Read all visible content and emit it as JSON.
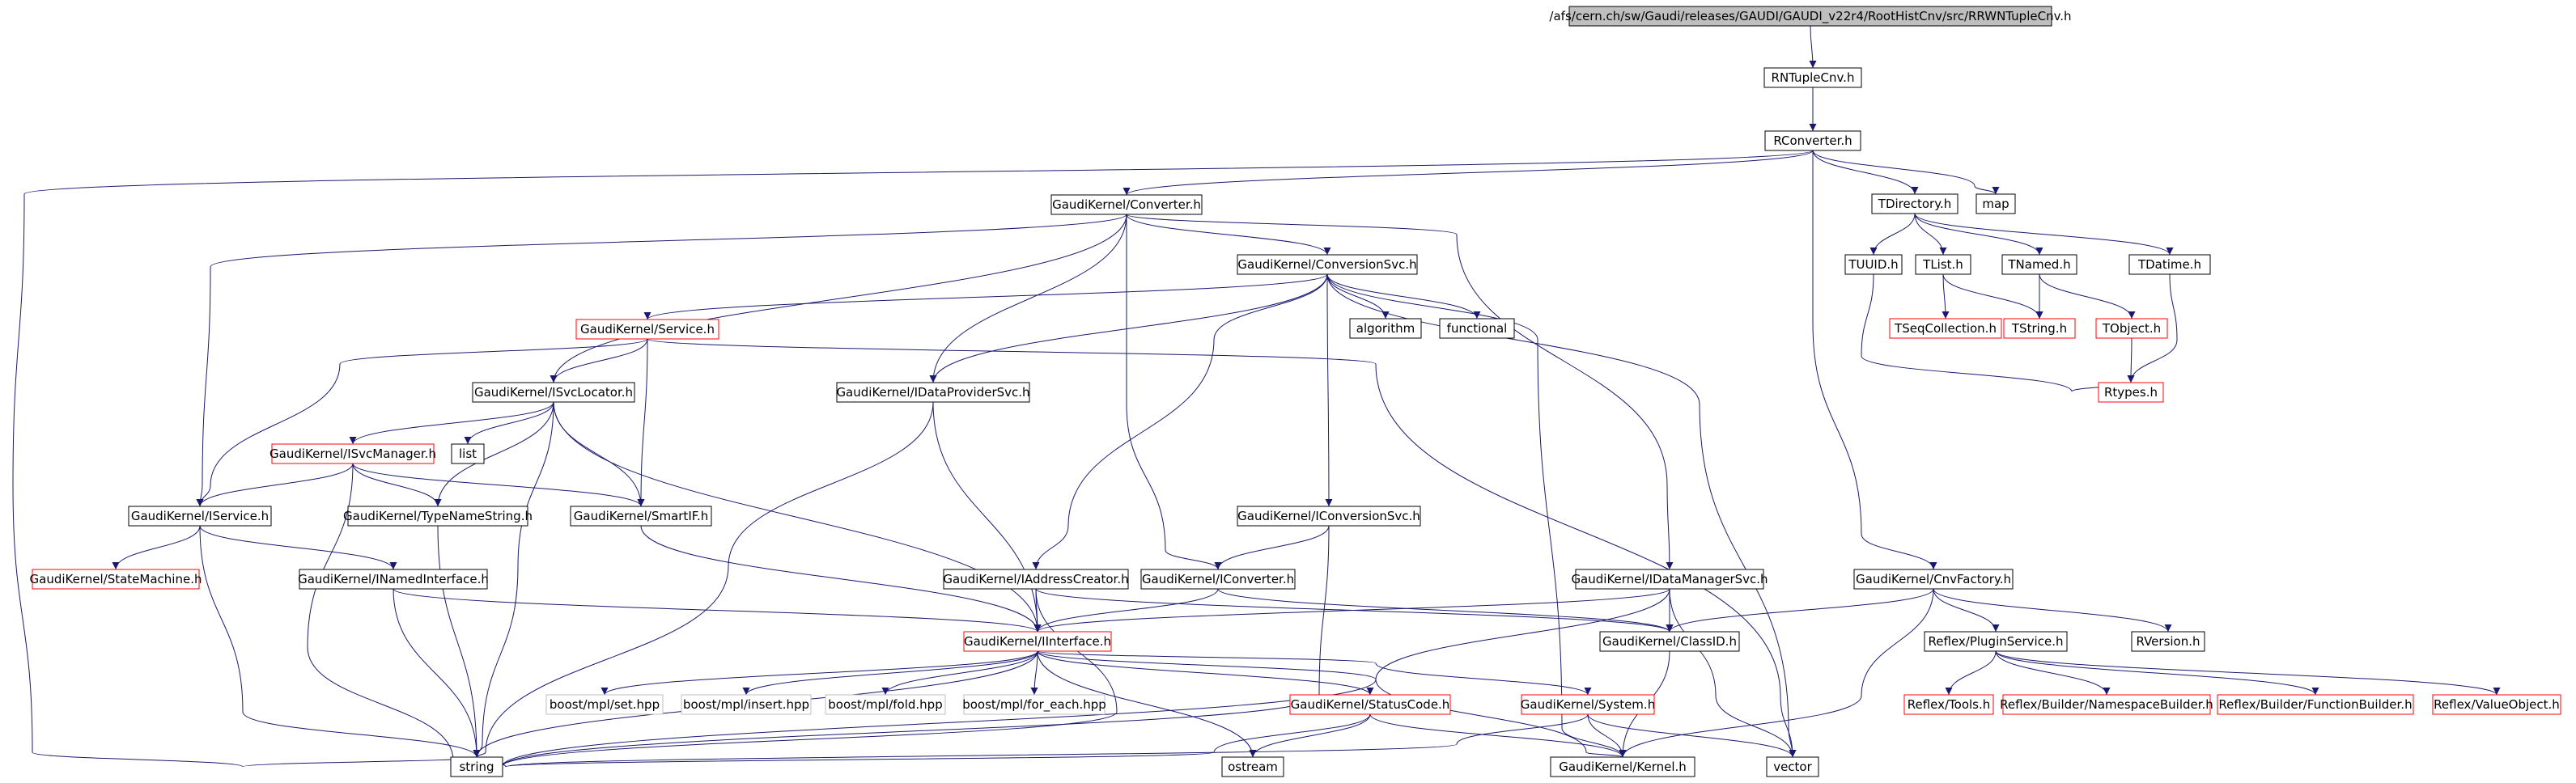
{
  "colors": {
    "edge": "#191970",
    "node_border": "#000000",
    "missing_border": "#ff0000",
    "external_border": "#bfbfbf",
    "root_fill": "#bfbfbf",
    "node_fill": "#ffffff",
    "text": "#000000"
  },
  "nodes": [
    {
      "id": "root",
      "label": "/afs/cern.ch/sw/Gaudi/releases/GAUDI/GAUDI_v22r4/RootHistCnv/src/RRWNTupleCnv.h",
      "style": "root"
    },
    {
      "id": "rntuplecnv",
      "label": "RNTupleCnv.h",
      "style": "normal"
    },
    {
      "id": "rconverter",
      "label": "RConverter.h",
      "style": "normal"
    },
    {
      "id": "converter",
      "label": "GaudiKernel/Converter.h",
      "style": "normal"
    },
    {
      "id": "tdirectory",
      "label": "TDirectory.h",
      "style": "normal"
    },
    {
      "id": "map",
      "label": "map",
      "style": "normal"
    },
    {
      "id": "conversionsvc",
      "label": "GaudiKernel/ConversionSvc.h",
      "style": "normal"
    },
    {
      "id": "tuuid",
      "label": "TUUID.h",
      "style": "normal"
    },
    {
      "id": "tlist",
      "label": "TList.h",
      "style": "normal"
    },
    {
      "id": "tnamed",
      "label": "TNamed.h",
      "style": "normal"
    },
    {
      "id": "tdatime",
      "label": "TDatime.h",
      "style": "normal"
    },
    {
      "id": "service",
      "label": "GaudiKernel/Service.h",
      "style": "missing"
    },
    {
      "id": "algorithm",
      "label": "algorithm",
      "style": "normal"
    },
    {
      "id": "functional",
      "label": "functional",
      "style": "normal"
    },
    {
      "id": "tseqcollection",
      "label": "TSeqCollection.h",
      "style": "missing"
    },
    {
      "id": "tstring",
      "label": "TString.h",
      "style": "missing"
    },
    {
      "id": "tobject",
      "label": "TObject.h",
      "style": "missing"
    },
    {
      "id": "isvclocator",
      "label": "GaudiKernel/ISvcLocator.h",
      "style": "normal"
    },
    {
      "id": "idataprovidersvc",
      "label": "GaudiKernel/IDataProviderSvc.h",
      "style": "normal"
    },
    {
      "id": "rtypes",
      "label": "Rtypes.h",
      "style": "missing"
    },
    {
      "id": "isvcmanager",
      "label": "GaudiKernel/ISvcManager.h",
      "style": "missing"
    },
    {
      "id": "list",
      "label": "list",
      "style": "normal"
    },
    {
      "id": "iservice",
      "label": "GaudiKernel/IService.h",
      "style": "normal"
    },
    {
      "id": "typenamestring",
      "label": "GaudiKernel/TypeNameString.h",
      "style": "normal"
    },
    {
      "id": "smartif",
      "label": "GaudiKernel/SmartIF.h",
      "style": "normal"
    },
    {
      "id": "iconversionsvc",
      "label": "GaudiKernel/IConversionSvc.h",
      "style": "normal"
    },
    {
      "id": "statemachine",
      "label": "GaudiKernel/StateMachine.h",
      "style": "missing"
    },
    {
      "id": "inamedinterface",
      "label": "GaudiKernel/INamedInterface.h",
      "style": "normal"
    },
    {
      "id": "iaddresscreator",
      "label": "GaudiKernel/IAddressCreator.h",
      "style": "normal"
    },
    {
      "id": "iconverter",
      "label": "GaudiKernel/IConverter.h",
      "style": "normal"
    },
    {
      "id": "idatamanagersvc",
      "label": "GaudiKernel/IDataManagerSvc.h",
      "style": "normal"
    },
    {
      "id": "cnvfactory",
      "label": "GaudiKernel/CnvFactory.h",
      "style": "normal"
    },
    {
      "id": "iinterface",
      "label": "GaudiKernel/IInterface.h",
      "style": "missing"
    },
    {
      "id": "classid",
      "label": "GaudiKernel/ClassID.h",
      "style": "normal"
    },
    {
      "id": "pluginservice",
      "label": "Reflex/PluginService.h",
      "style": "normal"
    },
    {
      "id": "rversion",
      "label": "RVersion.h",
      "style": "normal"
    },
    {
      "id": "mplset",
      "label": "boost/mpl/set.hpp",
      "style": "external"
    },
    {
      "id": "mplinsert",
      "label": "boost/mpl/insert.hpp",
      "style": "external"
    },
    {
      "id": "mplfold",
      "label": "boost/mpl/fold.hpp",
      "style": "external"
    },
    {
      "id": "mplforeach",
      "label": "boost/mpl/for_each.hpp",
      "style": "external"
    },
    {
      "id": "statuscode",
      "label": "GaudiKernel/StatusCode.h",
      "style": "missing"
    },
    {
      "id": "system",
      "label": "GaudiKernel/System.h",
      "style": "missing"
    },
    {
      "id": "tools",
      "label": "Reflex/Tools.h",
      "style": "missing"
    },
    {
      "id": "namespacebuilder",
      "label": "Reflex/Builder/NamespaceBuilder.h",
      "style": "missing"
    },
    {
      "id": "functionbuilder",
      "label": "Reflex/Builder/FunctionBuilder.h",
      "style": "missing"
    },
    {
      "id": "valueobject",
      "label": "Reflex/ValueObject.h",
      "style": "missing"
    },
    {
      "id": "string",
      "label": "string",
      "style": "normal"
    },
    {
      "id": "ostream",
      "label": "ostream",
      "style": "normal"
    },
    {
      "id": "kernel",
      "label": "GaudiKernel/Kernel.h",
      "style": "normal"
    },
    {
      "id": "vector",
      "label": "vector",
      "style": "normal"
    }
  ],
  "edges": [
    {
      "from": "root",
      "to": "rntuplecnv"
    },
    {
      "from": "rntuplecnv",
      "to": "rconverter"
    },
    {
      "from": "rconverter",
      "to": "converter"
    },
    {
      "from": "rconverter",
      "to": "tdirectory"
    },
    {
      "from": "rconverter",
      "to": "map"
    },
    {
      "from": "rconverter",
      "to": "string"
    },
    {
      "from": "rconverter",
      "to": "cnvfactory"
    },
    {
      "from": "converter",
      "to": "conversionsvc"
    },
    {
      "from": "converter",
      "to": "isvclocator"
    },
    {
      "from": "converter",
      "to": "idataprovidersvc"
    },
    {
      "from": "converter",
      "to": "iservice"
    },
    {
      "from": "converter",
      "to": "iconverter"
    },
    {
      "from": "converter",
      "to": "idatamanagersvc"
    },
    {
      "from": "tdirectory",
      "to": "tuuid"
    },
    {
      "from": "tdirectory",
      "to": "tlist"
    },
    {
      "from": "tdirectory",
      "to": "tnamed"
    },
    {
      "from": "tdirectory",
      "to": "tdatime"
    },
    {
      "from": "tuuid",
      "to": "rtypes"
    },
    {
      "from": "tlist",
      "to": "tseqcollection"
    },
    {
      "from": "tlist",
      "to": "tstring"
    },
    {
      "from": "tnamed",
      "to": "tstring"
    },
    {
      "from": "tnamed",
      "to": "tobject"
    },
    {
      "from": "tdatime",
      "to": "rtypes"
    },
    {
      "from": "tobject",
      "to": "rtypes"
    },
    {
      "from": "conversionsvc",
      "to": "service"
    },
    {
      "from": "conversionsvc",
      "to": "algorithm"
    },
    {
      "from": "conversionsvc",
      "to": "functional"
    },
    {
      "from": "conversionsvc",
      "to": "idataprovidersvc"
    },
    {
      "from": "conversionsvc",
      "to": "iconversionsvc"
    },
    {
      "from": "conversionsvc",
      "to": "iaddresscreator"
    },
    {
      "from": "conversionsvc",
      "to": "vector"
    },
    {
      "from": "conversionsvc",
      "to": "kernel"
    },
    {
      "from": "service",
      "to": "isvclocator"
    },
    {
      "from": "service",
      "to": "iservice"
    },
    {
      "from": "service",
      "to": "smartif"
    },
    {
      "from": "service",
      "to": "vector"
    },
    {
      "from": "isvclocator",
      "to": "isvcmanager"
    },
    {
      "from": "isvclocator",
      "to": "list"
    },
    {
      "from": "isvclocator",
      "to": "typenamestring"
    },
    {
      "from": "isvclocator",
      "to": "smartif"
    },
    {
      "from": "isvclocator",
      "to": "iinterface"
    },
    {
      "from": "isvclocator",
      "to": "string"
    },
    {
      "from": "idataprovidersvc",
      "to": "iinterface"
    },
    {
      "from": "idataprovidersvc",
      "to": "string"
    },
    {
      "from": "isvcmanager",
      "to": "iservice"
    },
    {
      "from": "isvcmanager",
      "to": "typenamestring"
    },
    {
      "from": "isvcmanager",
      "to": "smartif"
    },
    {
      "from": "isvcmanager",
      "to": "string"
    },
    {
      "from": "iservice",
      "to": "statemachine"
    },
    {
      "from": "iservice",
      "to": "inamedinterface"
    },
    {
      "from": "iservice",
      "to": "string"
    },
    {
      "from": "typenamestring",
      "to": "string"
    },
    {
      "from": "smartif",
      "to": "iinterface"
    },
    {
      "from": "inamedinterface",
      "to": "iinterface"
    },
    {
      "from": "inamedinterface",
      "to": "string"
    },
    {
      "from": "iconversionsvc",
      "to": "iconverter"
    },
    {
      "from": "iconversionsvc",
      "to": "string"
    },
    {
      "from": "iaddresscreator",
      "to": "iinterface"
    },
    {
      "from": "iaddresscreator",
      "to": "classid"
    },
    {
      "from": "iaddresscreator",
      "to": "string"
    },
    {
      "from": "iconverter",
      "to": "iinterface"
    },
    {
      "from": "iconverter",
      "to": "classid"
    },
    {
      "from": "idatamanagersvc",
      "to": "iinterface"
    },
    {
      "from": "idatamanagersvc",
      "to": "classid"
    },
    {
      "from": "idatamanagersvc",
      "to": "string"
    },
    {
      "from": "idatamanagersvc",
      "to": "vector"
    },
    {
      "from": "cnvfactory",
      "to": "classid"
    },
    {
      "from": "cnvfactory",
      "to": "pluginservice"
    },
    {
      "from": "cnvfactory",
      "to": "rversion"
    },
    {
      "from": "cnvfactory",
      "to": "kernel"
    },
    {
      "from": "pluginservice",
      "to": "tools"
    },
    {
      "from": "pluginservice",
      "to": "namespacebuilder"
    },
    {
      "from": "pluginservice",
      "to": "functionbuilder"
    },
    {
      "from": "pluginservice",
      "to": "valueobject"
    },
    {
      "from": "iinterface",
      "to": "mplset"
    },
    {
      "from": "iinterface",
      "to": "mplinsert"
    },
    {
      "from": "iinterface",
      "to": "mplfold"
    },
    {
      "from": "iinterface",
      "to": "mplforeach"
    },
    {
      "from": "iinterface",
      "to": "statuscode"
    },
    {
      "from": "iinterface",
      "to": "system"
    },
    {
      "from": "iinterface",
      "to": "ostream"
    },
    {
      "from": "iinterface",
      "to": "kernel"
    },
    {
      "from": "iinterface",
      "to": "string"
    },
    {
      "from": "classid",
      "to": "kernel"
    },
    {
      "from": "statuscode",
      "to": "ostream"
    },
    {
      "from": "statuscode",
      "to": "kernel"
    },
    {
      "from": "statuscode",
      "to": "string"
    },
    {
      "from": "system",
      "to": "kernel"
    },
    {
      "from": "system",
      "to": "string"
    },
    {
      "from": "system",
      "to": "vector"
    }
  ]
}
